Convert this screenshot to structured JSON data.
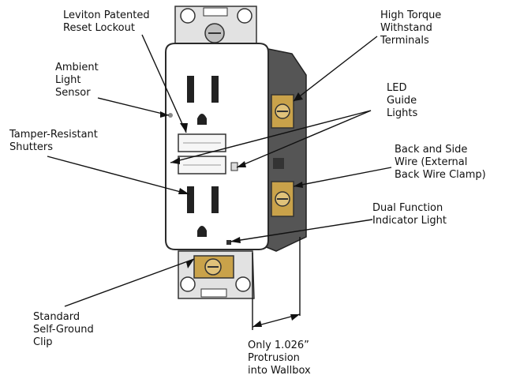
{
  "diagram": {
    "labels": {
      "reset_lockout": "Leviton Patented\nReset Lockout",
      "high_torque": "High Torque\nWithstand\nTerminals",
      "ambient_sensor": "Ambient\nLight\nSensor",
      "led_guide": "LED\nGuide\nLights",
      "tamper_shutters": "Tamper-Resistant\nShutters",
      "back_side_wire": "Back and Side\nWire (External\nBack Wire Clamp)",
      "dual_function": "Dual Function\nIndicator Light",
      "ground_clip": "Standard\nSelf-Ground\nClip",
      "protrusion": "Only 1.026”\nProtrusion\ninto Wallbox"
    },
    "colors": {
      "line": "#111111",
      "body": "#ffffff",
      "outline": "#2a2a2a",
      "strap": "#d8d8d8",
      "brass": "#c9a24a",
      "dark_side": "#5a5a5a"
    }
  }
}
